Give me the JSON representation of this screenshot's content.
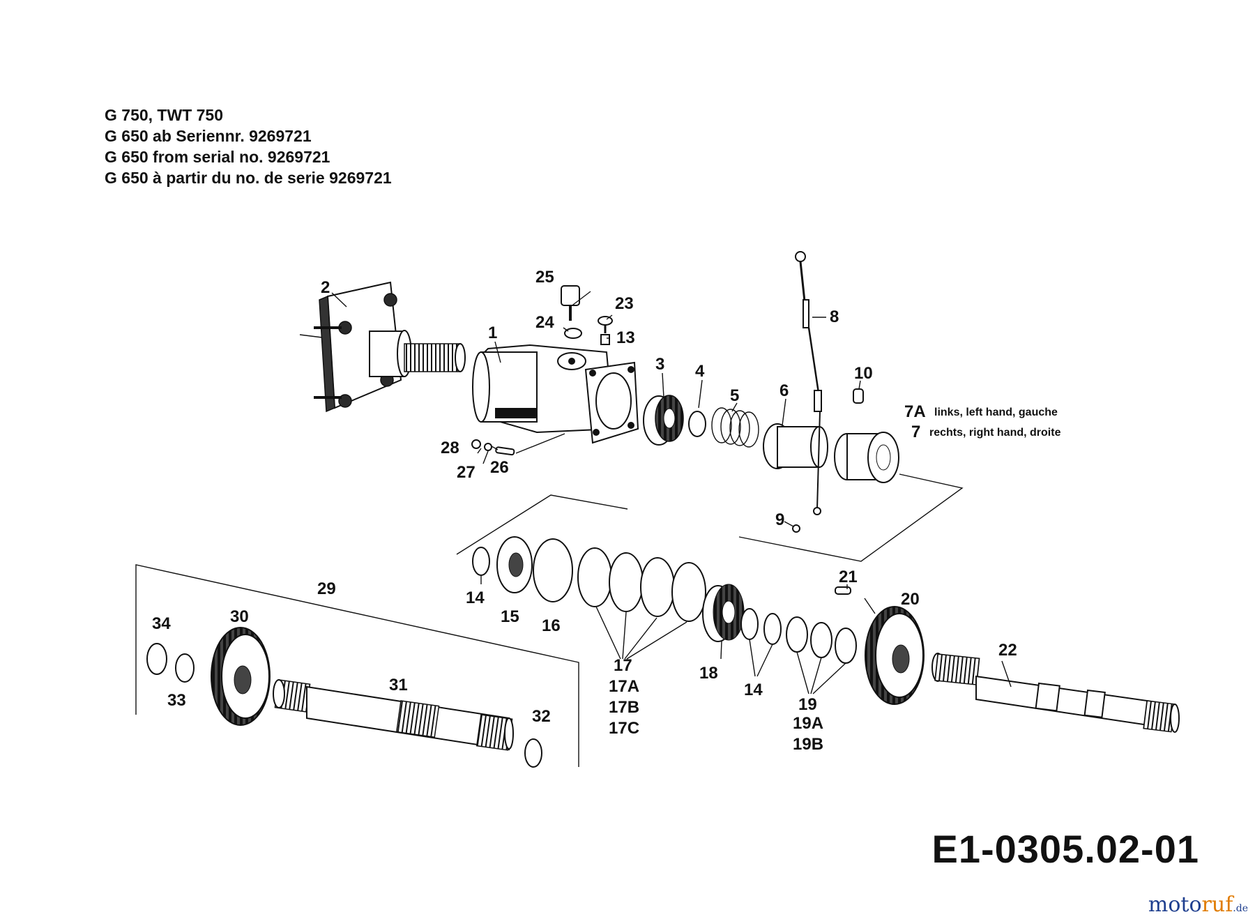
{
  "header": {
    "lines": [
      "G 750, TWT 750",
      "G 650 ab Seriennr. 9269721",
      "G 650 from serial no. 9269721",
      "G 650 à partir du no. de serie 9269721"
    ]
  },
  "labels": {
    "l1": "1",
    "l2": "2",
    "l3": "3",
    "l4": "4",
    "l5": "5",
    "l6": "6",
    "l7": "7",
    "l7a": "7A",
    "l8": "8",
    "l9": "9",
    "l10": "10",
    "l13": "13",
    "l14a": "14",
    "l14b": "14",
    "l15": "15",
    "l16": "16",
    "l17": "17",
    "l17a": "17A",
    "l17b": "17B",
    "l17c": "17C",
    "l18": "18",
    "l19": "19",
    "l19a": "19A",
    "l19b": "19B",
    "l20": "20",
    "l21": "21",
    "l22": "22",
    "l23": "23",
    "l24": "24",
    "l25": "25",
    "l26": "26",
    "l27": "27",
    "l28": "28",
    "l29": "29",
    "l30": "30",
    "l31": "31",
    "l32": "32",
    "l33": "33",
    "l34": "34"
  },
  "notes": {
    "left_hand": "links, left hand, gauche",
    "right_hand": "rechts, right hand, droite"
  },
  "reference": "E1-0305.02-01",
  "watermark": {
    "brand": "moto",
    "brand2": "ruf",
    "tld": ".de"
  }
}
